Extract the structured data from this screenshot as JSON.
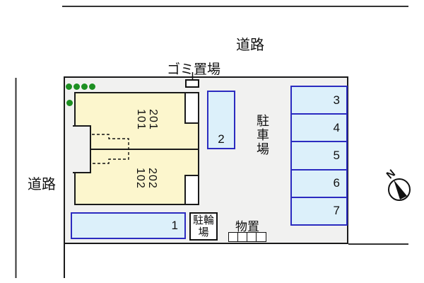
{
  "roads": {
    "top": "道路",
    "left": "道路"
  },
  "site": {
    "garbage_label": "ゴミ置場",
    "parking_area_label": "駐車場",
    "bicycle_label": "駐輪場",
    "storage_label": "物置"
  },
  "building": {
    "units": [
      {
        "line1": "201",
        "line2": "101"
      },
      {
        "line1": "202",
        "line2": "102"
      }
    ]
  },
  "parking": {
    "space1": "1",
    "space2": "2",
    "column": [
      "3",
      "4",
      "5",
      "6",
      "7"
    ]
  },
  "compass": {
    "north": "N"
  },
  "colors": {
    "site_fill": "#f1f1f0",
    "building_fill": "#fcf6cd",
    "parking_fill": "#dcf0fa",
    "parking_border": "#2b2bc0",
    "tree_green": "#1d9022",
    "outline": "#1a1a1a"
  }
}
